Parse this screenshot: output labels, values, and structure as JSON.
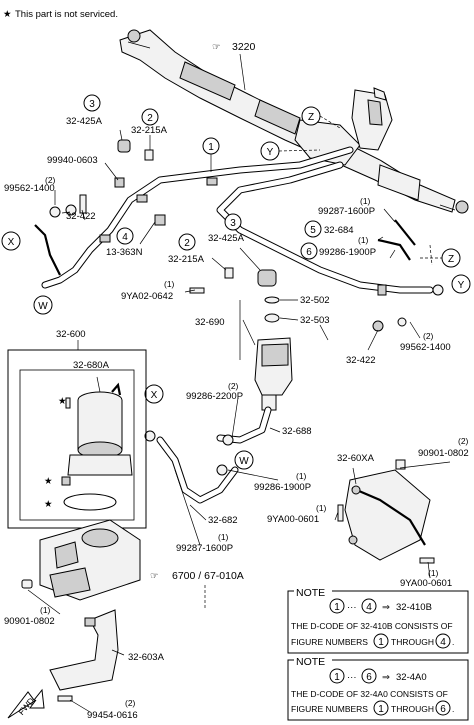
{
  "header": {
    "star": "★",
    "legend": "This part is not serviced."
  },
  "refs": {
    "r3220": "3220",
    "r6700": "6700 / 67-010A"
  },
  "markers": {
    "x": "X",
    "y": "Y",
    "z": "Z",
    "w": "W"
  },
  "callouts": {
    "c1": "1",
    "c2": "2",
    "c3": "3",
    "c4": "4",
    "c5": "5",
    "c6": "6"
  },
  "labels": {
    "q1": "(1)",
    "q2": "(2)",
    "fwd": "FWD",
    "l_32_425A": "32-425A",
    "l_32_215A": "32-215A",
    "l_99940_0603": "99940-0603",
    "l_99562_1400": "99562-1400",
    "l_32_422": "32-422",
    "l_13_363N": "13-363N",
    "l_9YA02_0642": "9YA02-0642",
    "l_32_502": "32-502",
    "l_32_503": "32-503",
    "l_32_690": "32-690",
    "l_99287_1600P": "99287-1600P",
    "l_32_684": "32-684",
    "l_99286_1900P": "99286-1900P",
    "l_32_600": "32-600",
    "l_32_680A": "32-680A",
    "l_99286_2200P": "99286-2200P",
    "l_32_688": "32-688",
    "l_32_682": "32-682",
    "l_32_60XA": "32-60XA",
    "l_90901_0802": "90901-0802",
    "l_9YA00_0601": "9YA00-0601",
    "l_32_603A": "32-603A",
    "l_99454_0616": "99454-0616"
  },
  "notes": [
    {
      "title": "NOTE",
      "from": "1",
      "ellipsis": "···",
      "to": "4",
      "arrow": "⇒",
      "code": "32-410B",
      "line1": "THE D-CODE OF  32-410B  CONSISTS OF",
      "line2a": "FIGURE NUMBERS",
      "line2b": "THROUGH",
      "period": "."
    },
    {
      "title": "NOTE",
      "from": "1",
      "ellipsis": "···",
      "to": "6",
      "arrow": "⇒",
      "code": "32-4A0",
      "line1": "THE D-CODE OF  32-4A0  CONSISTS OF",
      "line2a": "FIGURE NUMBERS",
      "line2b": "THROUGH",
      "period": "."
    }
  ]
}
